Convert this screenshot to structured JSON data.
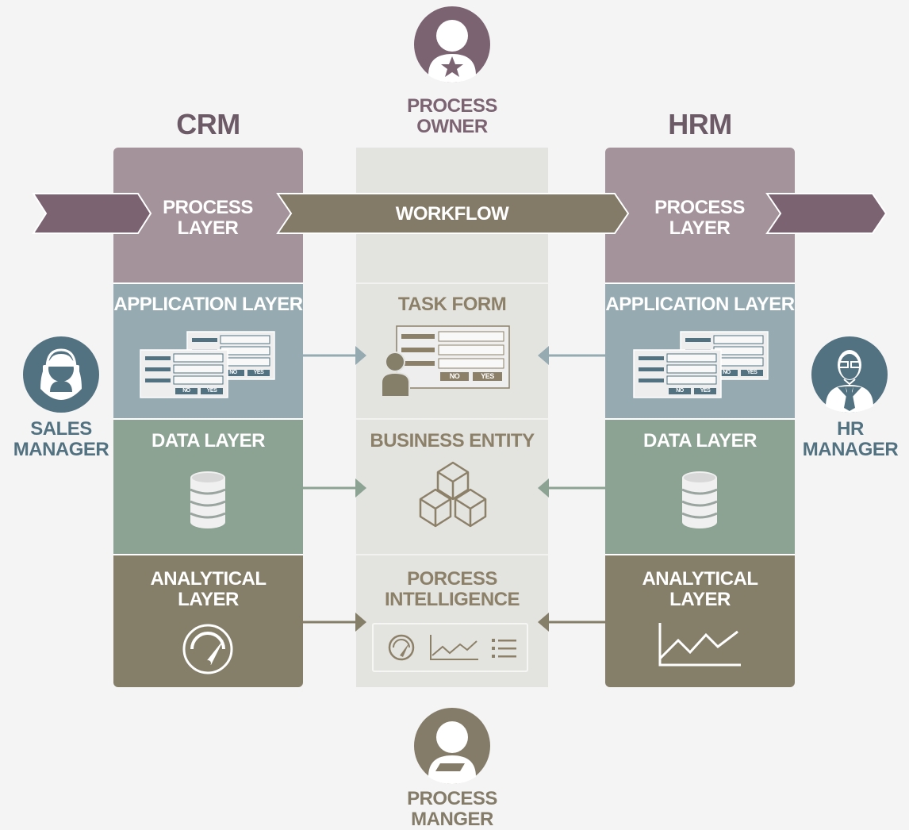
{
  "colors": {
    "background": "#f4f4f4",
    "process_layer": "#a4939a",
    "application_layer": "#95aab1",
    "data_layer": "#8ca293",
    "analytical_layer": "#857e69",
    "middle_column": "#e3e3e0",
    "workflow_arrow": "#837b68",
    "side_arrow": "#7c6372",
    "owner_accent": "#7c6372",
    "manager_accent": "#847c69",
    "sales_hr_accent": "#527281"
  },
  "systems": {
    "left": "CRM",
    "right": "HRM"
  },
  "roles": {
    "process_owner": [
      "PROCESS",
      "OWNER"
    ],
    "process_manager": [
      "PROCESS",
      "MANGER"
    ],
    "sales_manager": [
      "SALES",
      "MANAGER"
    ],
    "hr_manager": [
      "HR",
      "MANAGER"
    ]
  },
  "layers": {
    "process": [
      "PROCESS",
      "LAYER"
    ],
    "application": "APPLICATION LAYER",
    "data": "DATA LAYER",
    "analytical": [
      "ANALYTICAL",
      "LAYER"
    ]
  },
  "workflow": "WORKFLOW",
  "middle": {
    "task_form": "TASK FORM",
    "business_entity": "BUSINESS ENTITY",
    "process_intelligence": [
      "PORCESS",
      "INTELLIGENCE"
    ]
  },
  "form_buttons": {
    "no": "NO",
    "yes": "YES"
  },
  "icons": {
    "process_owner": "user-star-icon",
    "process_manager": "user-badge-icon",
    "sales_manager": "headset-user-icon",
    "hr_manager": "glasses-user-icon",
    "application": "form-windows-icon",
    "task_form": "form-user-icon",
    "data": "database-icon",
    "business_entity": "cubes-icon",
    "analytical_left": "gauge-icon",
    "analytical_right": "line-chart-icon",
    "intelligence": [
      "gauge-icon",
      "line-chart-icon",
      "list-icon"
    ]
  }
}
